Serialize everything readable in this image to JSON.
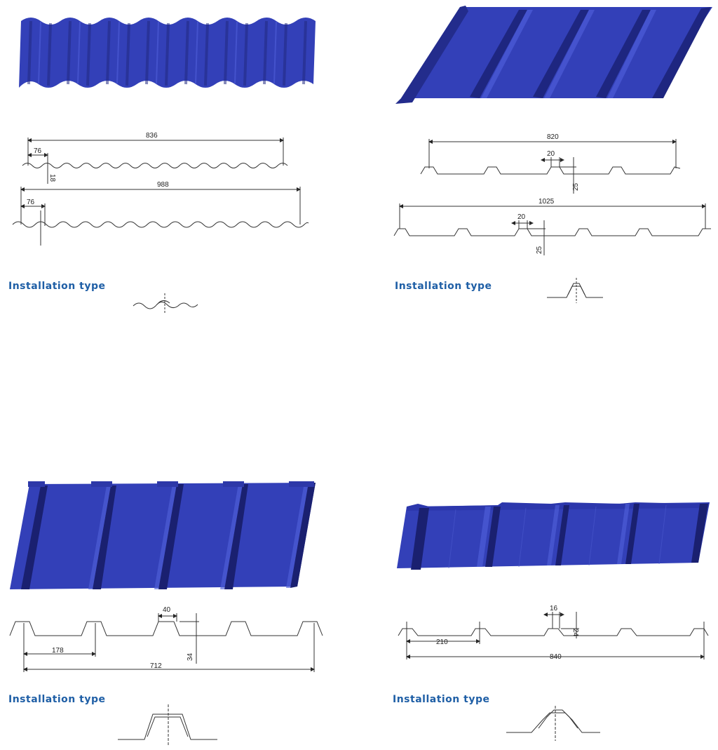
{
  "panels": {
    "p1": {
      "installation_label": "Installation type",
      "profile_a": {
        "width": "836",
        "pitch": "76",
        "height": "18"
      },
      "profile_b": {
        "width": "988",
        "pitch": "76"
      }
    },
    "p2": {
      "installation_label": "Installation type",
      "profile_a": {
        "width": "820",
        "rib_top": "20",
        "height": "25"
      },
      "profile_b": {
        "width": "1025",
        "rib_top": "20",
        "height": "25"
      }
    },
    "p3": {
      "installation_label": "Installation type",
      "profile": {
        "rib_top": "40",
        "pitch": "178",
        "height": "34",
        "width": "712"
      }
    },
    "p4": {
      "installation_label": "Installation type",
      "profile": {
        "rib_top": "16",
        "height": "24",
        "pitch": "210",
        "width": "840"
      }
    }
  },
  "colors": {
    "sheet_blue": "#3340b8",
    "sheet_dark": "#1c2470",
    "label_blue": "#1f5fa6"
  }
}
